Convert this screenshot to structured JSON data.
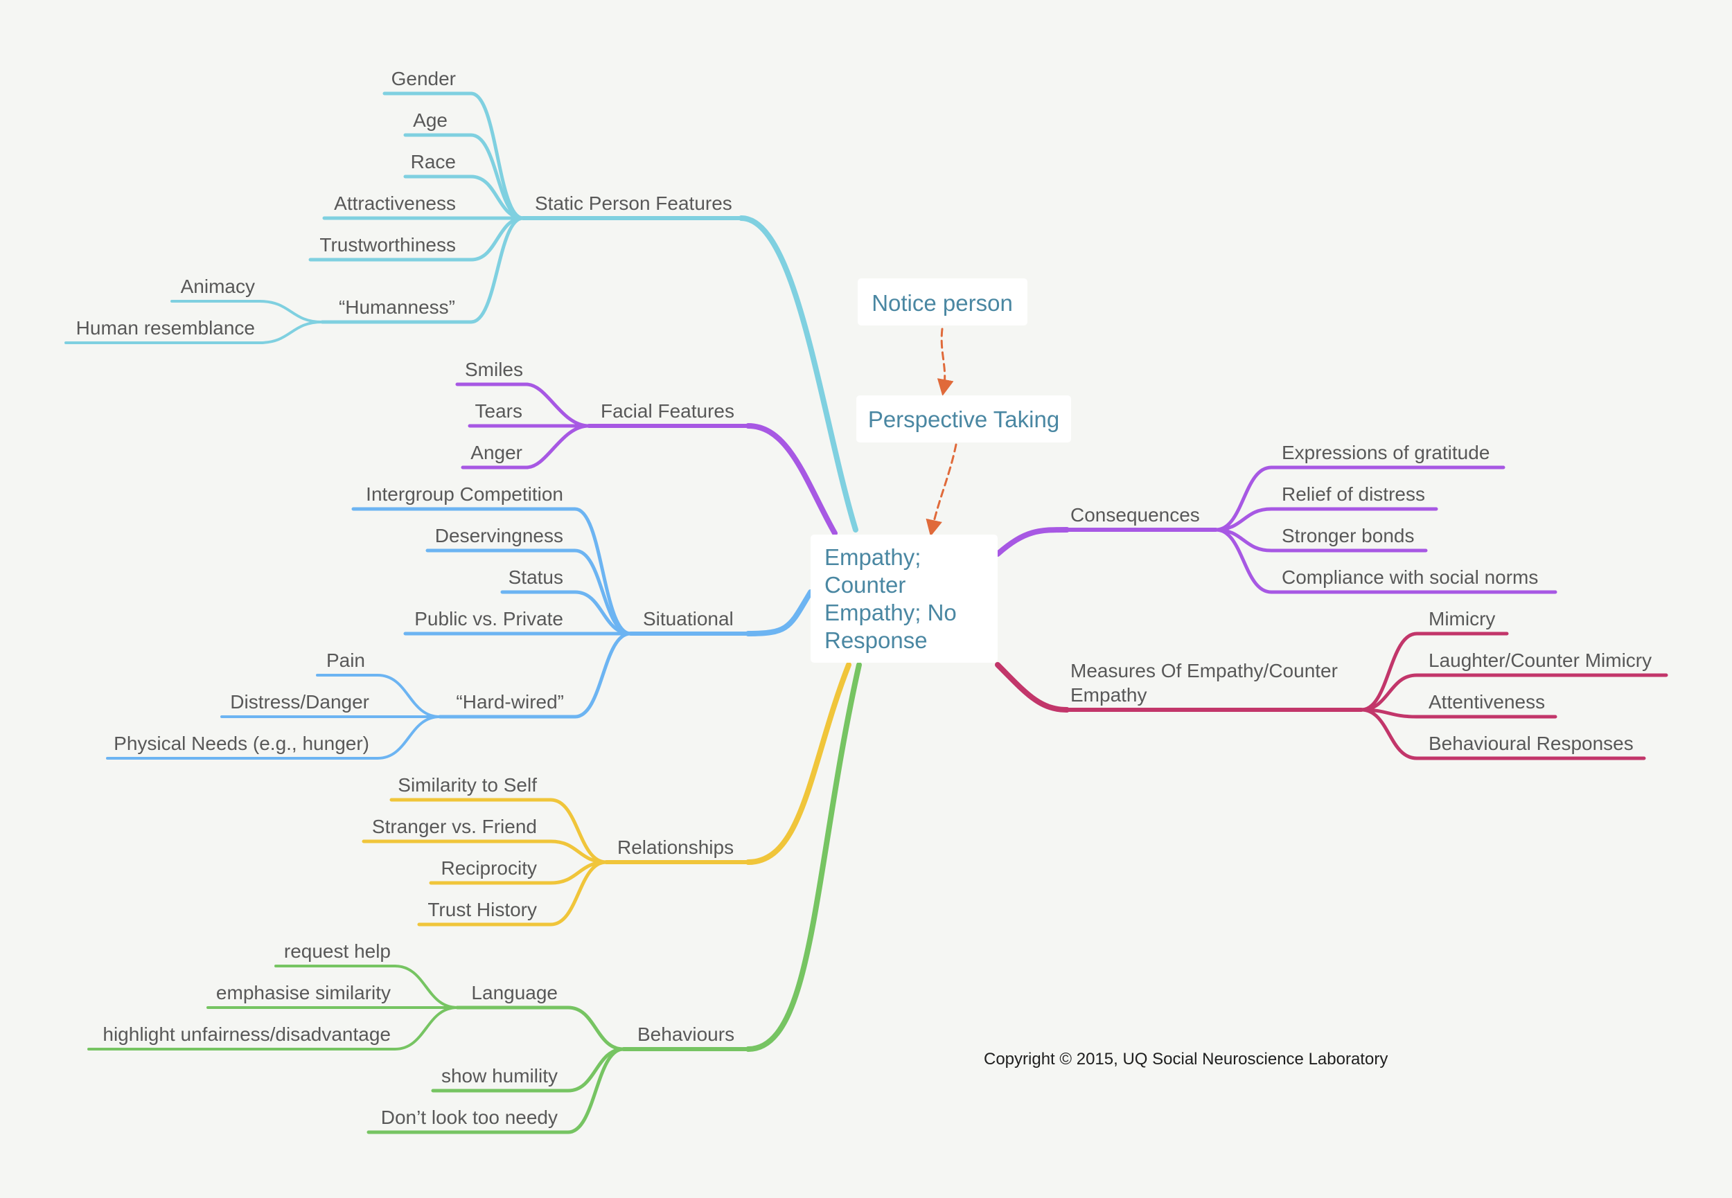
{
  "diagram": {
    "central_topic": [
      "Empathy;",
      "Counter",
      "Empathy; No",
      "Response"
    ],
    "process": [
      "Notice person",
      "Perspective Taking"
    ],
    "copyright": "Copyright © 2015, UQ Social Neuroscience Laboratory",
    "colors": {
      "static": "#7fd0e0",
      "facial": "#a758e3",
      "situational": "#6cb4f2",
      "relationships": "#f0c53a",
      "behaviours": "#76c462",
      "consequences": "#a758e3",
      "measures": "#c2366a",
      "arrow": "#e06a3a",
      "text": "#585858",
      "box_text": "#4a87a2"
    },
    "branches": {
      "static_person_features": {
        "label": "Static Person Features",
        "items": [
          "Gender",
          "Age",
          "Race",
          "Attractiveness",
          "Trustworthiness"
        ],
        "humanness": {
          "label": "“Humanness”",
          "items": [
            "Animacy",
            "Human resemblance"
          ]
        }
      },
      "facial_features": {
        "label": "Facial Features",
        "items": [
          "Smiles",
          "Tears",
          "Anger"
        ]
      },
      "situational": {
        "label": "Situational",
        "items": [
          "Intergroup Competition",
          "Deservingness",
          "Status",
          "Public vs. Private"
        ],
        "hardwired": {
          "label": "“Hard-wired”",
          "items": [
            "Pain",
            "Distress/Danger",
            "Physical Needs (e.g., hunger)"
          ]
        }
      },
      "relationships": {
        "label": "Relationships",
        "items": [
          "Similarity to Self",
          "Stranger vs. Friend",
          "Reciprocity",
          "Trust History"
        ]
      },
      "behaviours": {
        "label": "Behaviours",
        "language": {
          "label": "Language",
          "items": [
            "request help",
            "emphasise similarity",
            "highlight unfairness/disadvantage"
          ]
        },
        "items": [
          "show humility",
          "Don’t look too needy"
        ]
      },
      "consequences": {
        "label": "Consequences",
        "items": [
          "Expressions of gratitude",
          "Relief of distress",
          "Stronger bonds",
          "Compliance with social norms"
        ]
      },
      "measures": {
        "label_lines": [
          "Measures Of Empathy/Counter",
          "Empathy"
        ],
        "items": [
          "Mimicry",
          "Laughter/Counter Mimicry",
          "Attentiveness",
          "Behavioural Responses"
        ]
      }
    }
  }
}
